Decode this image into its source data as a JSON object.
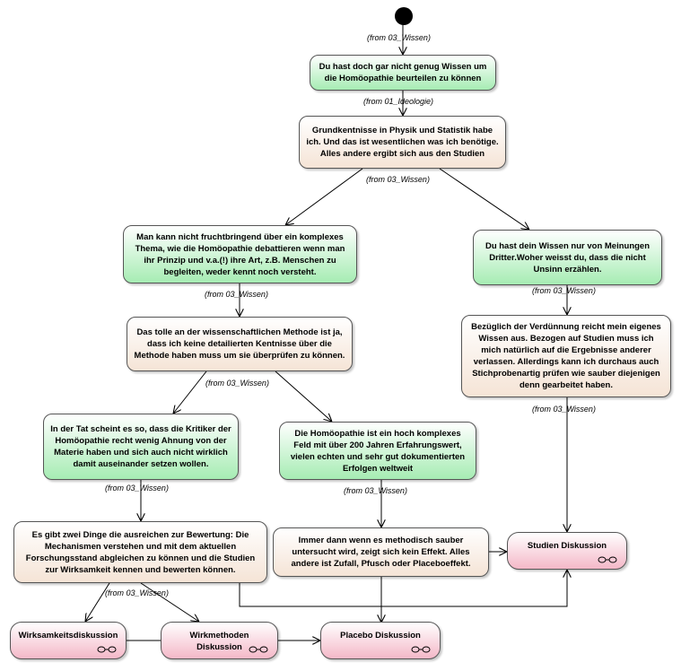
{
  "nodes": {
    "n1": {
      "text": "Du hast doch gar nicht genug Wissen um die Homöopathie beurteilen zu können",
      "note": "(from 03_Wissen)"
    },
    "n2": {
      "text": "Grundkentnisse in Physik und Statistik habe ich. Und das ist wesentlichen was ich benötige. Alles andere ergibt sich aus den Studien",
      "note": "(from 01_Ideologie)"
    },
    "n3": {
      "text": "Man kann nicht fruchtbringend über ein komplexes Thema, wie die Homöopathie debattieren wenn man ihr Prinzip und v.a.(!) ihre Art, z.B. Menschen zu begleiten, weder kennt noch versteht.",
      "note": "(from 03_Wissen)"
    },
    "n4": {
      "text": "Du hast dein Wissen nur von Meinungen Dritter.Woher weisst du, dass die nicht Unsinn erzählen.",
      "note": "(from 03_Wissen)"
    },
    "n5": {
      "text": "Das tolle an der wissenschaftlichen Methode ist ja, dass ich keine detailierten Kentnisse über die Methode haben muss um sie überprüfen zu können.",
      "note": "(from 03_Wissen)"
    },
    "n6": {
      "text": "Bezüglich der Verdünnung reicht mein eigenes Wissen aus. Bezogen auf Studien muss ich mich natürlich auf die Ergebnisse anderer verlassen. Allerdings kann ich durchaus auch Stichprobenartig prüfen wie sauber diejenigen denn gearbeitet haben.",
      "note": "(from 03_Wissen)"
    },
    "n7": {
      "text": "In der Tat scheint es so, dass die Kritiker der Homöopathie recht wenig Ahnung von der Materie haben und sich auch nicht wirklich damit auseinander setzen wollen.",
      "note": "(from 03_Wissen)"
    },
    "n8": {
      "text": "Die Homöopathie ist ein hoch komplexes Feld mit über 200 Jahren Erfahrungswert, vielen echten und sehr gut dokumentierten Erfolgen weltweit",
      "note": "(from 03_Wissen)"
    },
    "n9": {
      "text": "Es gibt zwei Dinge die ausreichen zur Bewertung: Die Mechanismen verstehen und mit dem aktuellen Forschungsstand abgleichen zu können und die Studien zur Wirksamkeit kennen und bewerten können.",
      "note": "(from 03_Wissen)"
    },
    "n10": {
      "text": "Immer dann wenn es methodisch sauber untersucht wird, zeigt sich kein Effekt. Alles andere ist Zufall, Pfusch oder Placeboeffekt.",
      "note": "(from 03_Wissen)"
    },
    "n11": {
      "text": "Studien Diskussion"
    },
    "n12": {
      "text": "Wirksamkeitsdiskussion"
    },
    "n13": {
      "text": "Wirkmethoden Diskussion"
    },
    "n14": {
      "text": "Placebo Diskussion"
    }
  },
  "colors": {
    "argument_fill": "#a6ecb3",
    "rebuttal_fill": "#f5e4d6",
    "topic_fill": "#f4b8c8",
    "border": "#555555",
    "edge": "#000000"
  },
  "icons": {
    "start": "initial-node-circle",
    "topic": "rake-subactivity-icon"
  }
}
